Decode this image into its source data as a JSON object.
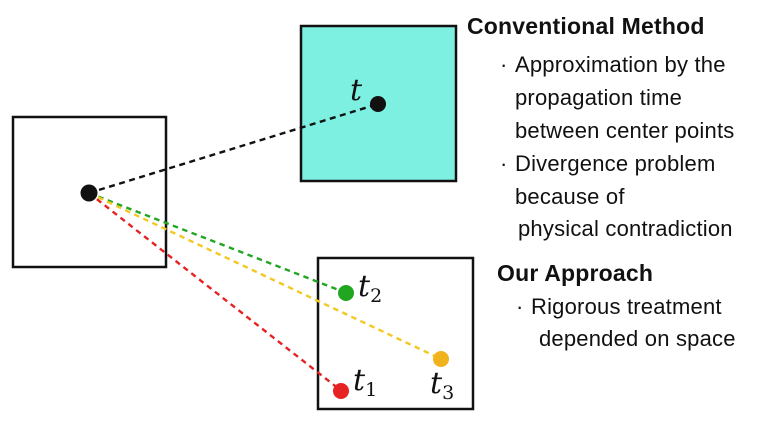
{
  "diagram": {
    "labels": {
      "t": {
        "base": "t",
        "sub": ""
      },
      "t1": {
        "base": "t",
        "sub": "1"
      },
      "t2": {
        "base": "t",
        "sub": "2"
      },
      "t3": {
        "base": "t",
        "sub": "3"
      }
    },
    "colors": {
      "target_box_fill": "#7EF0E2",
      "box_stroke": "#111111",
      "black": "#111111",
      "green": "#21A621",
      "yellow_dot": "#F0B31C",
      "yellow_line": "#F2C822",
      "red": "#E62222"
    }
  },
  "panels": {
    "conventional": {
      "heading": "Conventional Method",
      "bullet": "·",
      "items": [
        {
          "lines": [
            "Approximation by the",
            "propagation time",
            "between center points"
          ]
        },
        {
          "lines": [
            "Divergence problem",
            "because of",
            "physical contradiction"
          ]
        }
      ]
    },
    "approach": {
      "heading": "Our Approach",
      "bullet": "·",
      "items": [
        {
          "lines": [
            "Rigorous treatment",
            "depended on space"
          ]
        }
      ]
    }
  }
}
